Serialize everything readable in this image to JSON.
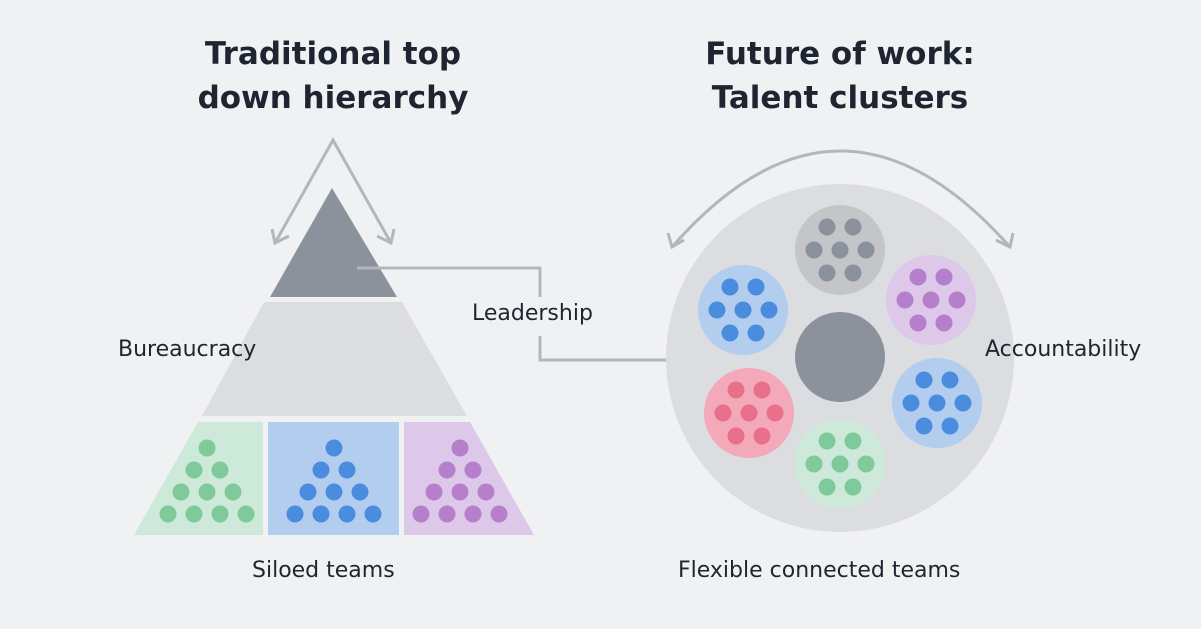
{
  "left": {
    "title_line1": "Traditional top",
    "title_line2": "down hierarchy",
    "bureaucracy_label": "Bureaucracy",
    "siloed_label": "Siloed teams"
  },
  "center": {
    "leadership_label": "Leadership"
  },
  "right": {
    "title_line1": "Future of work:",
    "title_line2": "Talent clusters",
    "accountability_label": "Accountability",
    "flexible_label": "Flexible connected teams"
  },
  "colors": {
    "background": "#f0f1f3",
    "pyramid_top": "#8b929c",
    "pyramid_middle": "#dcdde0",
    "green_fill": "#cde9d9",
    "green_dot": "#7fc99a",
    "blue_fill": "#b3cdee",
    "blue_dot": "#4a8ddf",
    "purple_fill": "#ddc8e9",
    "purple_dot": "#b57fcc",
    "gray_fill": "#c3c5c9",
    "gray_dot": "#8b929c",
    "pink_fill": "#f3a9b9",
    "pink_dot": "#e8708b",
    "big_circle": "#dcdde0",
    "center_circle": "#8b929c",
    "arrow": "#b3b6bc"
  }
}
